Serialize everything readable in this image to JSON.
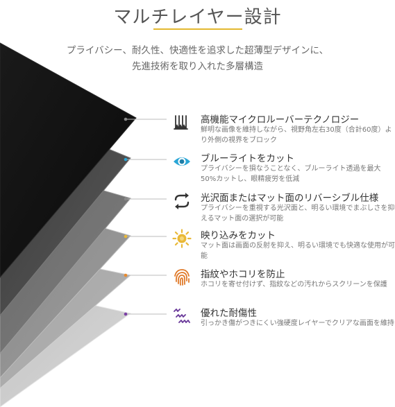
{
  "header": {
    "title": "マルチレイヤー設計",
    "subtitle_line1": "プライバシー、耐久性、快適性を追求した超薄型デザインに、",
    "subtitle_line2": "先進技術を取り入れた多層構造"
  },
  "colors": {
    "accent_gold": "#e3b82f",
    "dot_gray": "#888888",
    "dot_blue": "#2aa6d6",
    "dot_gold": "#e9b838",
    "dot_orange": "#e98a2e",
    "dot_purple": "#7b3fa5",
    "icon_dark": "#333333",
    "icon_blue": "#2aa6d6",
    "icon_gold": "#e9b838",
    "icon_orange": "#e07a2a",
    "icon_purple": "#6a3a9a"
  },
  "features": [
    {
      "icon": "micro-louver-icon",
      "title": "高機能マイクロルーバーテクノロジー",
      "desc": "鮮明な画像を維持しながら、視野角左右30度（合計60度）より外側の視界をブロック"
    },
    {
      "icon": "eye-icon",
      "title": "ブルーライトをカット",
      "desc": "プライバシーを損なうことなく、ブルーライト透過を最大50%カットし、眼精疲労を低減"
    },
    {
      "icon": "reverse-arrows-icon",
      "title": "光沢面またはマット面のリバーシブル仕様",
      "desc": "プライバシーを重視する光沢面と、明るい環境でまぶしさを抑えるマット面の選択が可能"
    },
    {
      "icon": "sun-icon",
      "title": "映り込みをカット",
      "desc": "マット面は画面の反射を抑え、明るい環境でも快適な使用が可能"
    },
    {
      "icon": "fingerprint-icon",
      "title": "指紋やホコリを防止",
      "desc": "ホコリを寄せ付けず、指紋などの汚れからスクリーンを保護"
    },
    {
      "icon": "scratch-icon",
      "title": "優れた耐傷性",
      "desc": "引っかき傷がつきにくい強硬度レイヤーでクリアな画面を維持"
    }
  ]
}
